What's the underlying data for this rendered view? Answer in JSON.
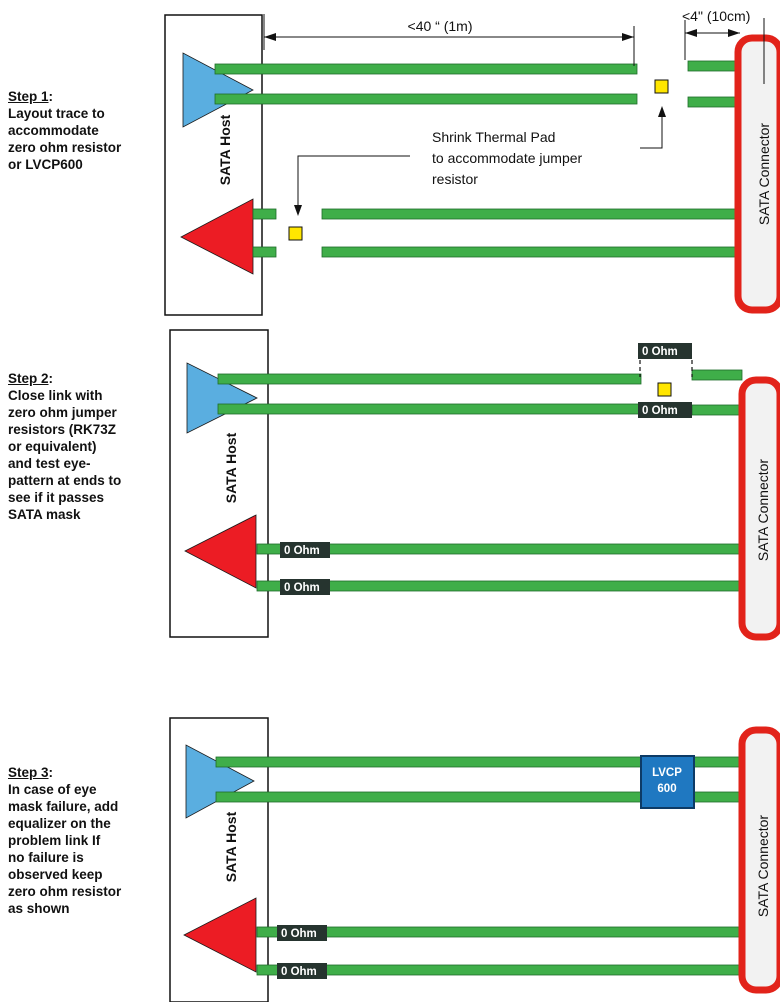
{
  "colors": {
    "trace": "#3fae49",
    "trace_edge": "#1f6b2a",
    "tx_triangle": "#5aaee0",
    "rx_triangle": "#ec1c24",
    "pad": "#ffe600",
    "connector_border": "#e2231a",
    "connector_fill": "#f2f2f2",
    "resistor_label_bg": "#26342f",
    "lvcp_fill": "#1f78c1",
    "lvcp_border": "#0d3b66"
  },
  "steps": [
    {
      "title": "Step 1",
      "suffix": ":",
      "lines": [
        "Layout trace to",
        "accommodate",
        "zero ohm resistor",
        "or LVCP600"
      ]
    },
    {
      "title": "Step 2",
      "suffix": ":",
      "lines": [
        "Close link with",
        "zero ohm jumper",
        "resistors (RK73Z",
        "or equivalent)",
        "and test eye-",
        "pattern at ends to",
        "see if it passes",
        "SATA mask"
      ]
    },
    {
      "title": "Step 3",
      "suffix": ":",
      "lines": [
        "In case of eye",
        "mask failure, add",
        "equalizer on the",
        "problem link If",
        "no failure is",
        "observed keep",
        "zero ohm resistor",
        "as shown"
      ]
    }
  ],
  "diagram": {
    "host_label": "SATA Host",
    "connector_label": "SATA Connector",
    "dim_long": "<40 “ (1m)",
    "dim_short": "<4\" (10cm)",
    "callout_lines": [
      "Shrink Thermal Pad",
      "to accommodate jumper",
      "resistor"
    ],
    "resistor_label": "0 Ohm",
    "lvcp_lines": [
      "LVCP",
      "600"
    ]
  }
}
